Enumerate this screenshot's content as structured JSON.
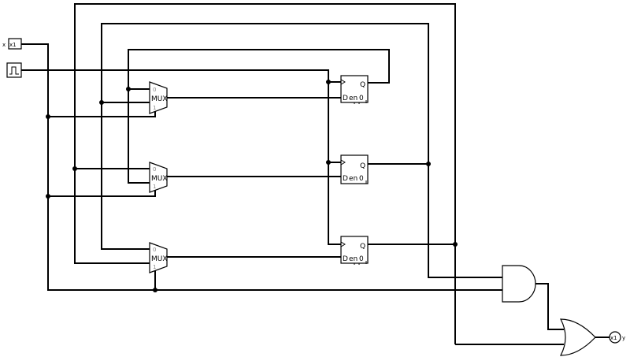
{
  "inputs": {
    "data_input": {
      "name": "x",
      "label": "x1"
    }
  },
  "outputs": {
    "output": {
      "name": "y",
      "label": "x1"
    }
  },
  "mux_labels": {
    "title": "MUX",
    "sel0": "0",
    "sel1": "1"
  },
  "flipflop_labels": {
    "q": "Q",
    "d": "D",
    "en": "en",
    "zero": "0"
  }
}
